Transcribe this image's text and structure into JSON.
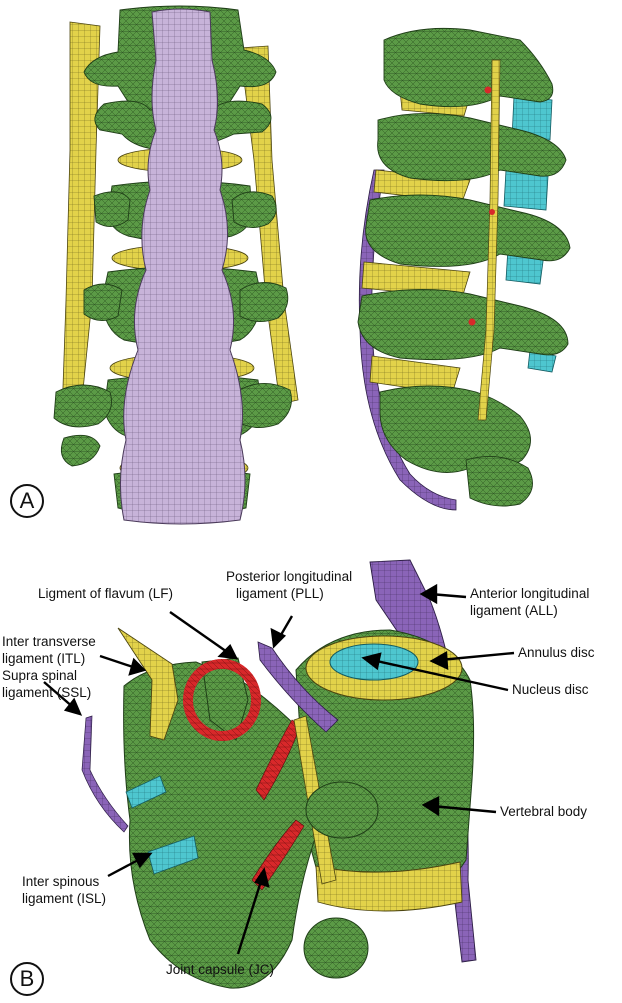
{
  "panels": {
    "a": {
      "letter": "A"
    },
    "b": {
      "letter": "B"
    }
  },
  "labels": {
    "lf": "Ligment of flavum (LF)",
    "pll_1": "Posterior longitudinal",
    "pll_2": "ligament (PLL)",
    "all_1": "Anterior longitudinal",
    "all_2": "ligament (ALL)",
    "itl_1": "Inter transverse",
    "itl_2": "ligament (ITL)",
    "ssl_1": "Supra spinal",
    "ssl_2": "ligament (SSL)",
    "annulus": "Annulus disc",
    "nucleus": "Nucleus disc",
    "vertebral": "Vertebral body",
    "isl_1": "Inter spinous",
    "isl_2": "ligament (ISL)",
    "jc": "Joint capsule (JC)"
  },
  "colors": {
    "bone": "#5b9a46",
    "ligament_yellow": "#e2d24a",
    "canal_lavender": "#c7b3d9",
    "ligament_purple": "#8a64b8",
    "capsule_red": "#d8282a",
    "nucleus_cyan": "#4ec6cf"
  }
}
